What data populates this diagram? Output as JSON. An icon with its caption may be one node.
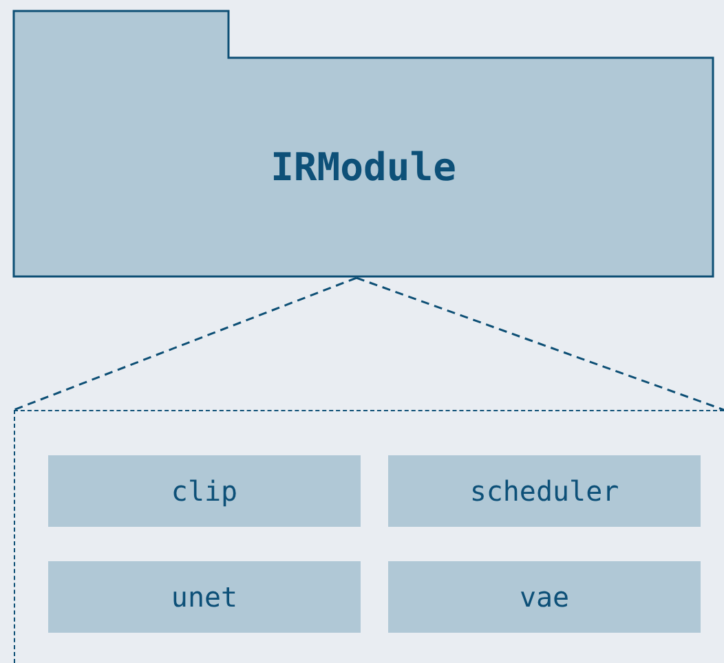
{
  "diagram": {
    "nodes": [
      {
        "text": [
          "IRModule"
        ]
      },
      {
        "text": [],
        "shape": "box"
      },
      {
        "text": [
          "clip"
        ],
        "in": 1
      },
      {
        "text": [
          "scheduler"
        ],
        "in": 1
      },
      {
        "text": [
          "unet"
        ],
        "in": 1
      },
      {
        "text": [
          "vae"
        ],
        "in": 1
      }
    ],
    "edges": [
      {
        "from": 0,
        "to": 1,
        "arrow": "none",
        "style": "dashed"
      },
      {
        "from": 0,
        "to": 1,
        "arrow": "none",
        "style": "dashed"
      }
    ]
  }
}
